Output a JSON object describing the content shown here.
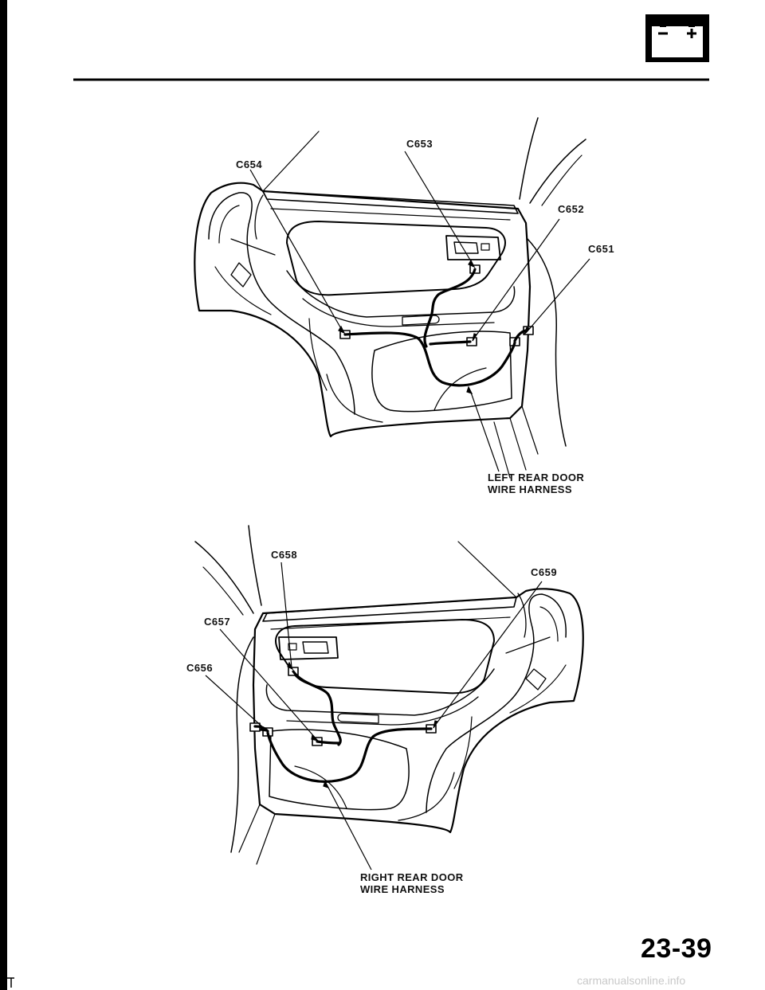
{
  "header": {
    "battery_icon": "battery-icon",
    "battery_symbol": "- +"
  },
  "left_door": {
    "connectors": {
      "c654": "C654",
      "c653": "C653",
      "c652": "C652",
      "c651": "C651"
    },
    "harness": {
      "line1": "LEFT REAR DOOR",
      "line2": "WIRE HARNESS"
    }
  },
  "right_door": {
    "connectors": {
      "c658": "C658",
      "c659": "C659",
      "c657": "C657",
      "c656": "C656"
    },
    "harness": {
      "line1": "RIGHT REAR DOOR",
      "line2": "WIRE HARNESS"
    }
  },
  "footer": {
    "page_number": "23-39",
    "watermark": "carmanualsonline.info"
  }
}
